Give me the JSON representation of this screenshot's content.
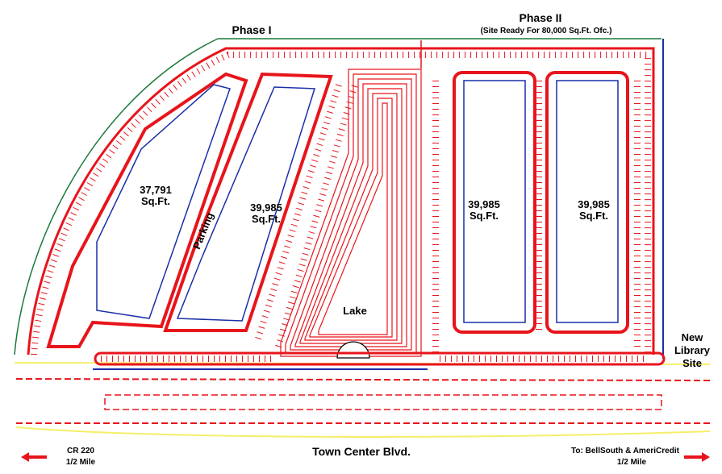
{
  "colors": {
    "site_lines": "#e8141b",
    "building_outline": "#1a2fa8",
    "road_edge": "#f5ee6a",
    "text": "#000000"
  },
  "phases": {
    "phase1": {
      "title": "Phase I"
    },
    "phase2": {
      "title": "Phase II",
      "subtitle": "(Site Ready For 80,000 Sq.Ft. Ofc.)"
    }
  },
  "buildings": [
    {
      "area": "37,791",
      "unit": "Sq.Ft."
    },
    {
      "area": "39,985",
      "unit": "Sq.Ft."
    },
    {
      "area": "39,985",
      "unit": "Sq.Ft."
    },
    {
      "area": "39,985",
      "unit": "Sq.Ft."
    }
  ],
  "labels": {
    "parking": "Parking",
    "lake": "Lake",
    "library": [
      "New",
      "Library",
      "Site"
    ],
    "road": "Town Center Blvd."
  },
  "directions": {
    "left": {
      "line1": "CR 220",
      "line2": "1/2 Mile",
      "icon": "arrow-left-icon"
    },
    "right": {
      "line1": "To:  BellSouth & AmeriCredit",
      "line2": "1/2 Mile",
      "icon": "arrow-right-icon"
    }
  }
}
